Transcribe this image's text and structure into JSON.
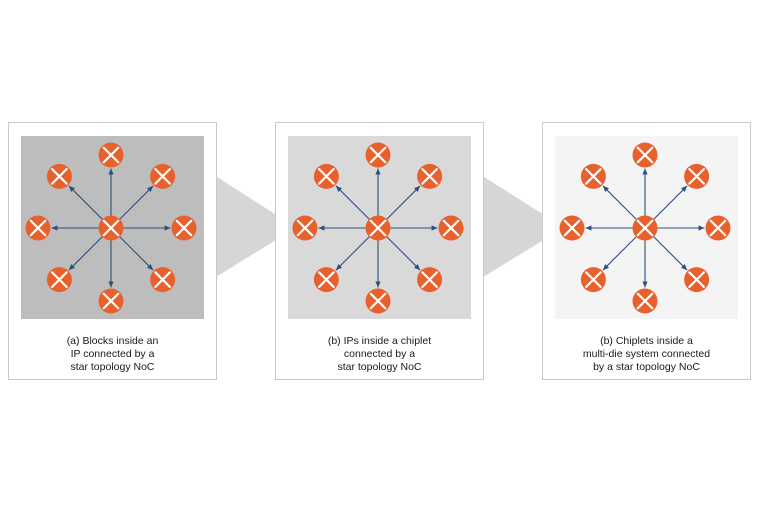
{
  "panels": [
    {
      "id": "blocks-in-ip",
      "caption": [
        "(a) Blocks inside an",
        "IP connected by a",
        "star topology NoC"
      ]
    },
    {
      "id": "ips-in-chiplet",
      "caption": [
        "(b) IPs inside a chiplet",
        "connected by a",
        "star topology NoC"
      ]
    },
    {
      "id": "chiplets-in-system",
      "caption": [
        "(b) Chiplets inside a",
        "multi-die system connected",
        "by a star topology NoC"
      ]
    }
  ],
  "colors": {
    "node_fill": "#e8602c",
    "node_cross": "#ffffff",
    "arrow": "#2b4f7a",
    "connector_fill": "#d6d6d6"
  },
  "icons": {
    "node": "x-circle-icon"
  }
}
